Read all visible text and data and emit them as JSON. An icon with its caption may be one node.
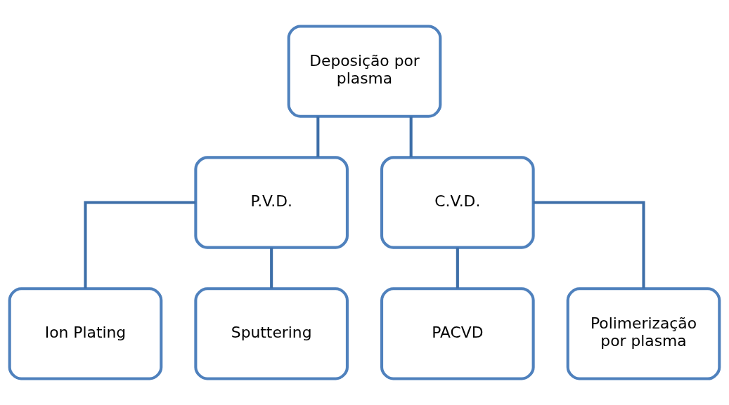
{
  "diagram": {
    "nodes": [
      {
        "text": [
          "Deposição por plasma"
        ]
      },
      {
        "text": [
          "P.V.D."
        ]
      },
      {
        "text": [
          "C.V.D."
        ]
      },
      {
        "text": [
          "Ion Plating"
        ]
      },
      {
        "text": [
          "Sputtering"
        ]
      },
      {
        "text": [
          "PACVD"
        ]
      },
      {
        "text": [
          "Polimerização por plasma"
        ]
      }
    ],
    "edges": [
      {
        "from": 0,
        "to": 1,
        "arrow": "none"
      },
      {
        "from": 0,
        "to": 2,
        "arrow": "none"
      },
      {
        "from": 1,
        "to": 3,
        "arrow": "none"
      },
      {
        "from": 1,
        "to": 4,
        "arrow": "none"
      },
      {
        "from": 2,
        "to": 5,
        "arrow": "none"
      },
      {
        "from": 2,
        "to": 6,
        "arrow": "none"
      }
    ]
  }
}
